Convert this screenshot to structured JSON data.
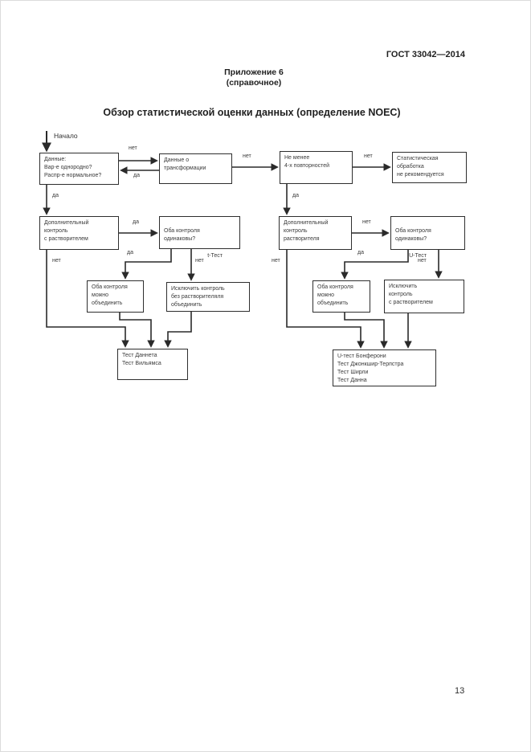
{
  "page": {
    "doc_code": "ГОСТ 33042—2014",
    "appendix": "Приложение 6",
    "appendix_note": "(справочное)",
    "title": "Обзор статистической оценки данных (определение NOEC)",
    "page_number": "13"
  },
  "flowchart": {
    "start_label": "Начало",
    "labels": {
      "no": "нет",
      "yes": "да"
    },
    "nodes": {
      "data_check": [
        "Данные:",
        "Вар-е однородно?",
        "Распр-е нормальное?"
      ],
      "transformation": [
        "Данные о",
        "трансформации"
      ],
      "replicates": [
        "Не менее",
        "4-х повторностей"
      ],
      "not_recommended": [
        "Статистическая",
        "обработка",
        "не рекомендуется"
      ],
      "solvent_control_left": [
        "Дополнительный",
        "контроль",
        "с растворителем"
      ],
      "controls_equal_left": {
        "question": [
          "Оба контроля",
          "одинаковы?"
        ],
        "test": "t-Тест"
      },
      "solvent_control_right": [
        "Дополнительный",
        "контроль",
        "растворителя"
      ],
      "controls_equal_right": {
        "question": [
          "Оба контроля",
          "одинаковы?"
        ],
        "test": "U-Тест"
      },
      "pool_left": [
        "Оба контроля",
        "можно",
        "объединить"
      ],
      "exclude_left": [
        "Исключить контроль",
        "без растворителяля",
        "объединить"
      ],
      "pool_right": [
        "Оба контроля",
        "можно",
        "объединить"
      ],
      "exclude_right": [
        "Исключить",
        "контроль",
        "с растворителем"
      ],
      "tests_left": [
        "Тест Даннета",
        "Тест Вильямса"
      ],
      "tests_right": [
        "U-тест Бонферони",
        "Тест Джонкшир-Терпстра",
        "Тест Ширли",
        "Тест Данна"
      ]
    }
  }
}
